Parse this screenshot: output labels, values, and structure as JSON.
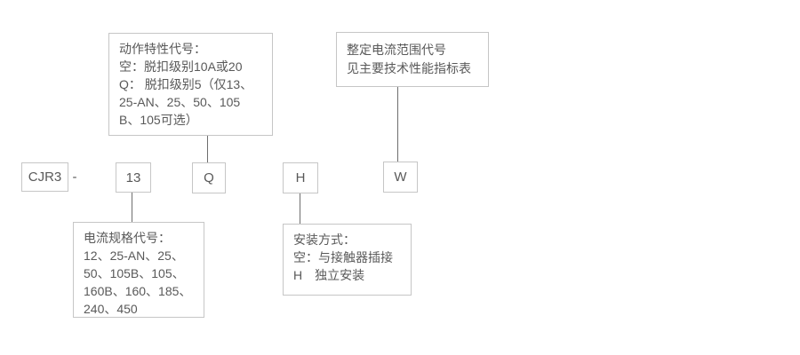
{
  "colors": {
    "background": "#ffffff",
    "box_border": "#c6c6c6",
    "text": "#595959",
    "connector_line": "#6e6e6e"
  },
  "code_row": {
    "prefix": "CJR3",
    "separator": "-",
    "codes": {
      "current_spec": "13",
      "action_characteristic": "Q",
      "mounting": "H",
      "setting_current_range": "W"
    }
  },
  "callouts": {
    "action_characteristic": {
      "lines": [
        "动作特性代号：",
        "空：脱扣级别10A或20",
        "Q： 脱扣级别5（仅13、",
        "25-AN、25、50、105",
        "B、105可选）"
      ]
    },
    "setting_current_range": {
      "lines": [
        "整定电流范围代号",
        "见主要技术性能指标表"
      ]
    },
    "current_spec": {
      "lines": [
        "电流规格代号：",
        "12、25-AN、25、",
        "50、105B、105、",
        "160B、160、185、",
        "240、450"
      ]
    },
    "mounting": {
      "lines": [
        "安装方式：",
        "空：与接触器插接",
        "H　独立安装"
      ]
    }
  }
}
